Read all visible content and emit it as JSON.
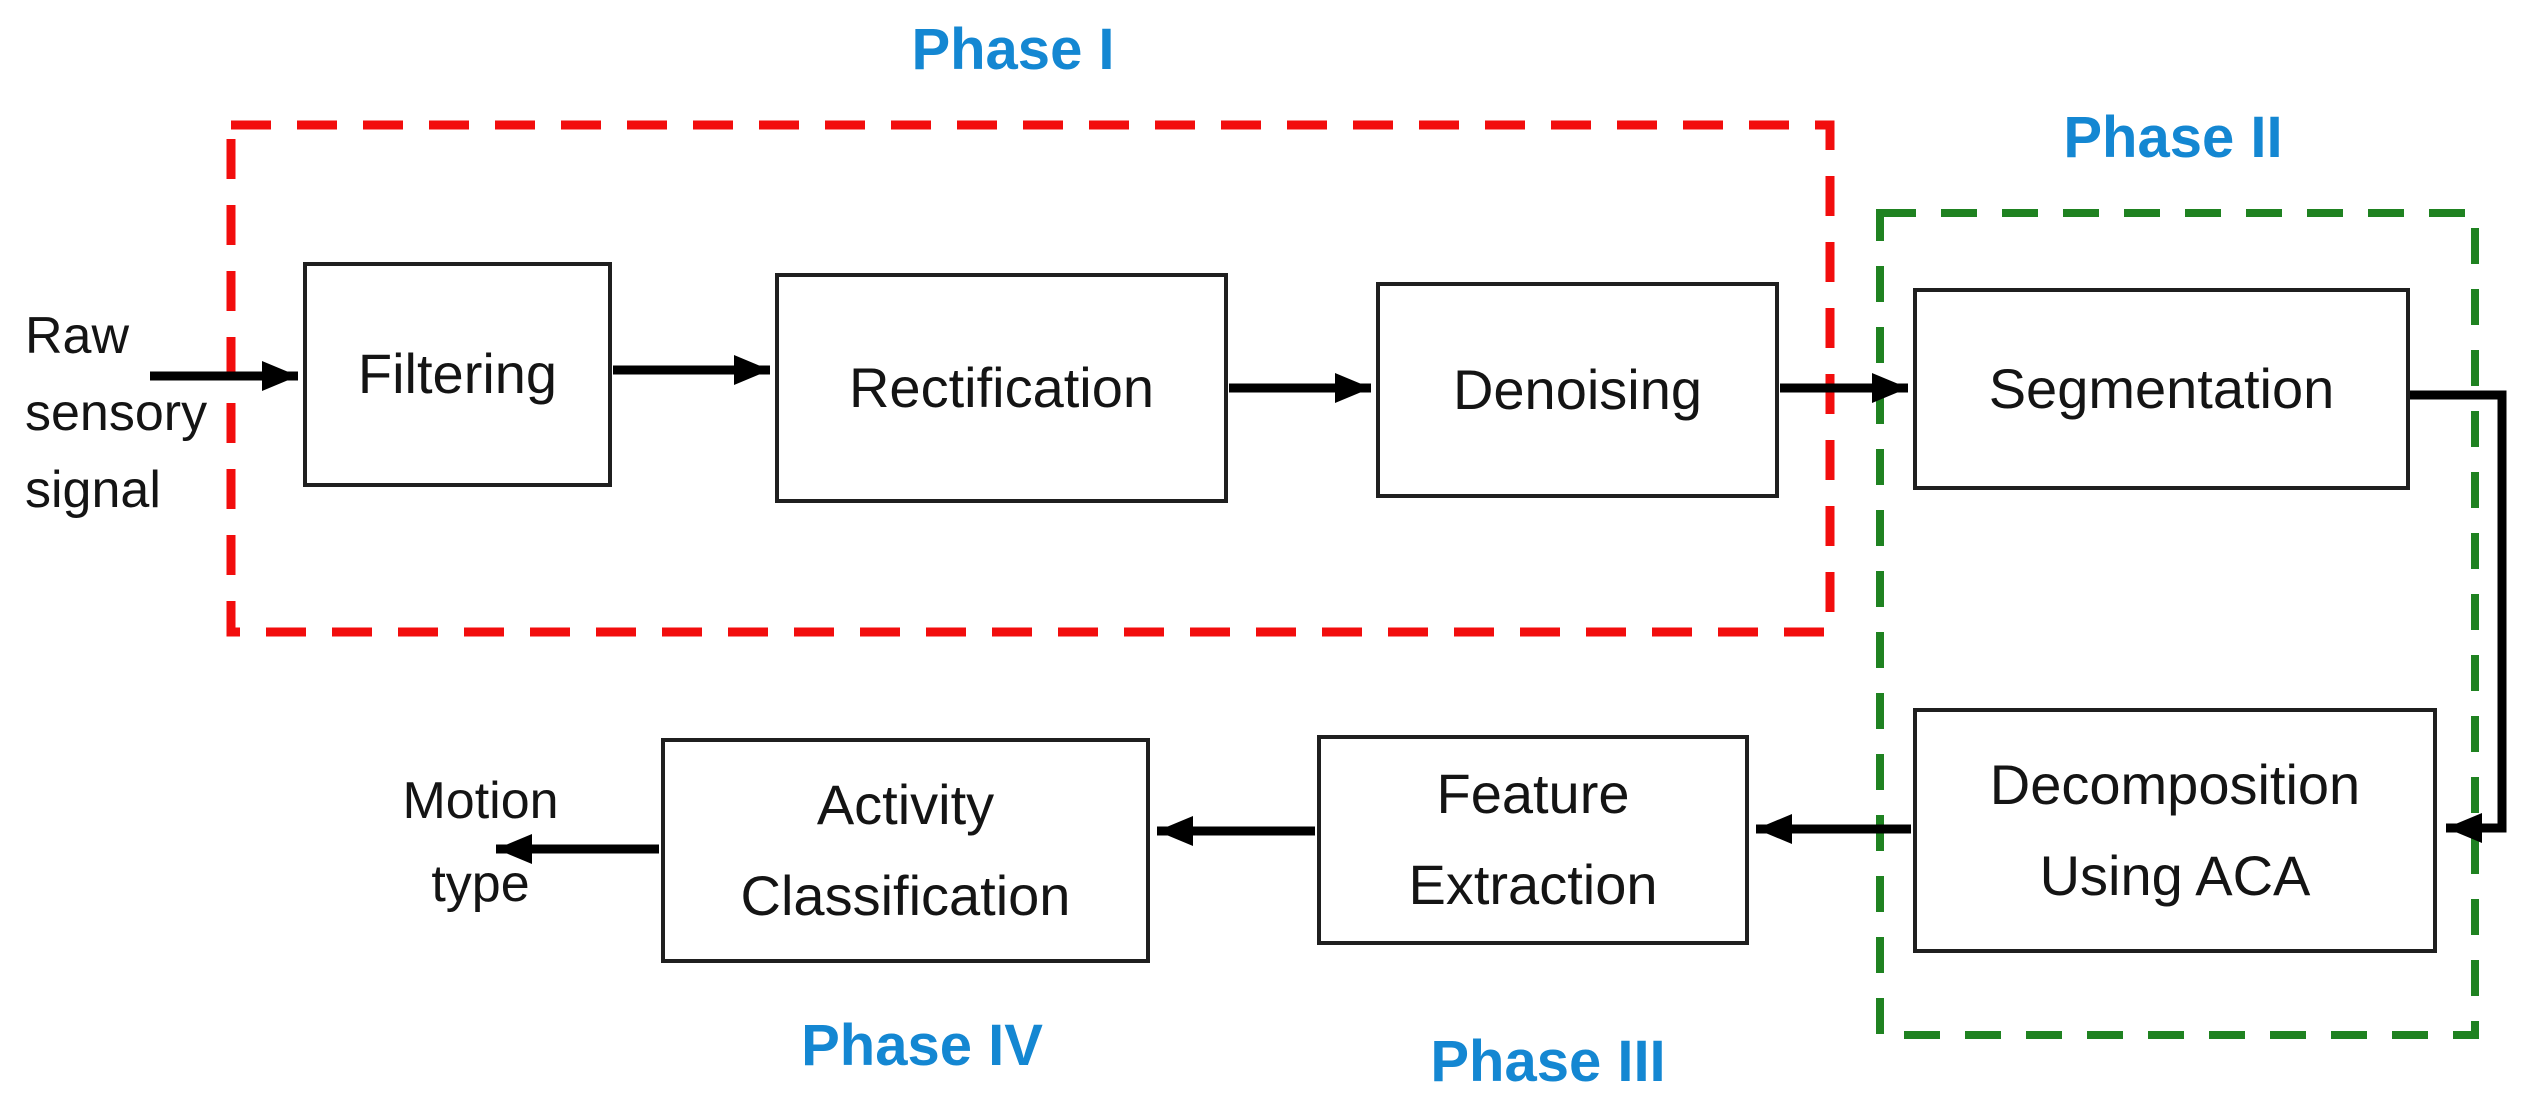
{
  "diagram": {
    "phases": {
      "phase1": {
        "label": "Phase I"
      },
      "phase2": {
        "label": "Phase II"
      },
      "phase3": {
        "label": "Phase III"
      },
      "phase4": {
        "label": "Phase IV"
      }
    },
    "boxes": {
      "filtering": {
        "label": "Filtering"
      },
      "rectification": {
        "label": "Rectification"
      },
      "denoising": {
        "label": "Denoising"
      },
      "segmentation": {
        "label": "Segmentation"
      },
      "decomposition": {
        "lines": [
          "Decomposition",
          "Using ACA"
        ]
      },
      "feature_extraction": {
        "lines": [
          "Feature",
          "Extraction"
        ]
      },
      "activity_classification": {
        "lines": [
          "Activity",
          "Classification"
        ]
      }
    },
    "input_label": {
      "lines": [
        "Raw",
        "sensory",
        "signal"
      ]
    },
    "output_label": {
      "lines": [
        "Motion",
        "type"
      ]
    },
    "colors": {
      "phase_label_blue": "#1487d2",
      "phase1_outline_red": "#f20d0d",
      "phase2_outline_green": "#1f8221",
      "arrow_black": "#000000"
    }
  }
}
